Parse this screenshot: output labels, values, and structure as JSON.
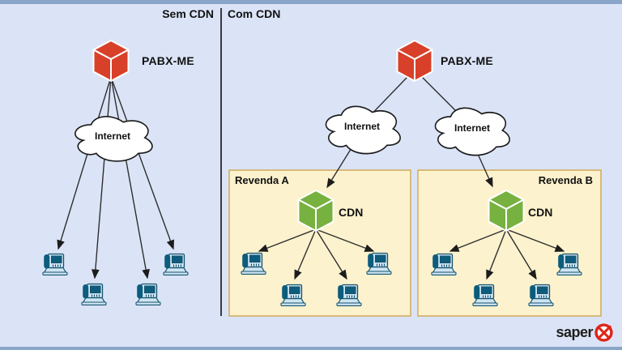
{
  "header": {
    "left_section_label": "Sem CDN",
    "right_section_label": "Com CDN"
  },
  "sem_cdn": {
    "server_label": "PABX-ME",
    "cloud_label": "Internet",
    "phone_count": 4
  },
  "com_cdn": {
    "server_label": "PABX-ME",
    "cloud_a_label": "Internet",
    "cloud_b_label": "Internet",
    "revenda_a": {
      "title": "Revenda A",
      "cdn_label": "CDN",
      "phone_count": 4
    },
    "revenda_b": {
      "title": "Revenda B",
      "cdn_label": "CDN",
      "phone_count": 4
    }
  },
  "branding": {
    "logo_text": "saper"
  },
  "colors": {
    "background": "#dbe4f7",
    "frame_bar": "#8aa5c7",
    "server_cube": "#d8402a",
    "cdn_cube": "#77b13f",
    "reseller_box_fill": "#fcf2cd",
    "reseller_box_border": "#d0a95c",
    "connector": "#2e2e2e",
    "logo_red": "#df2418"
  }
}
